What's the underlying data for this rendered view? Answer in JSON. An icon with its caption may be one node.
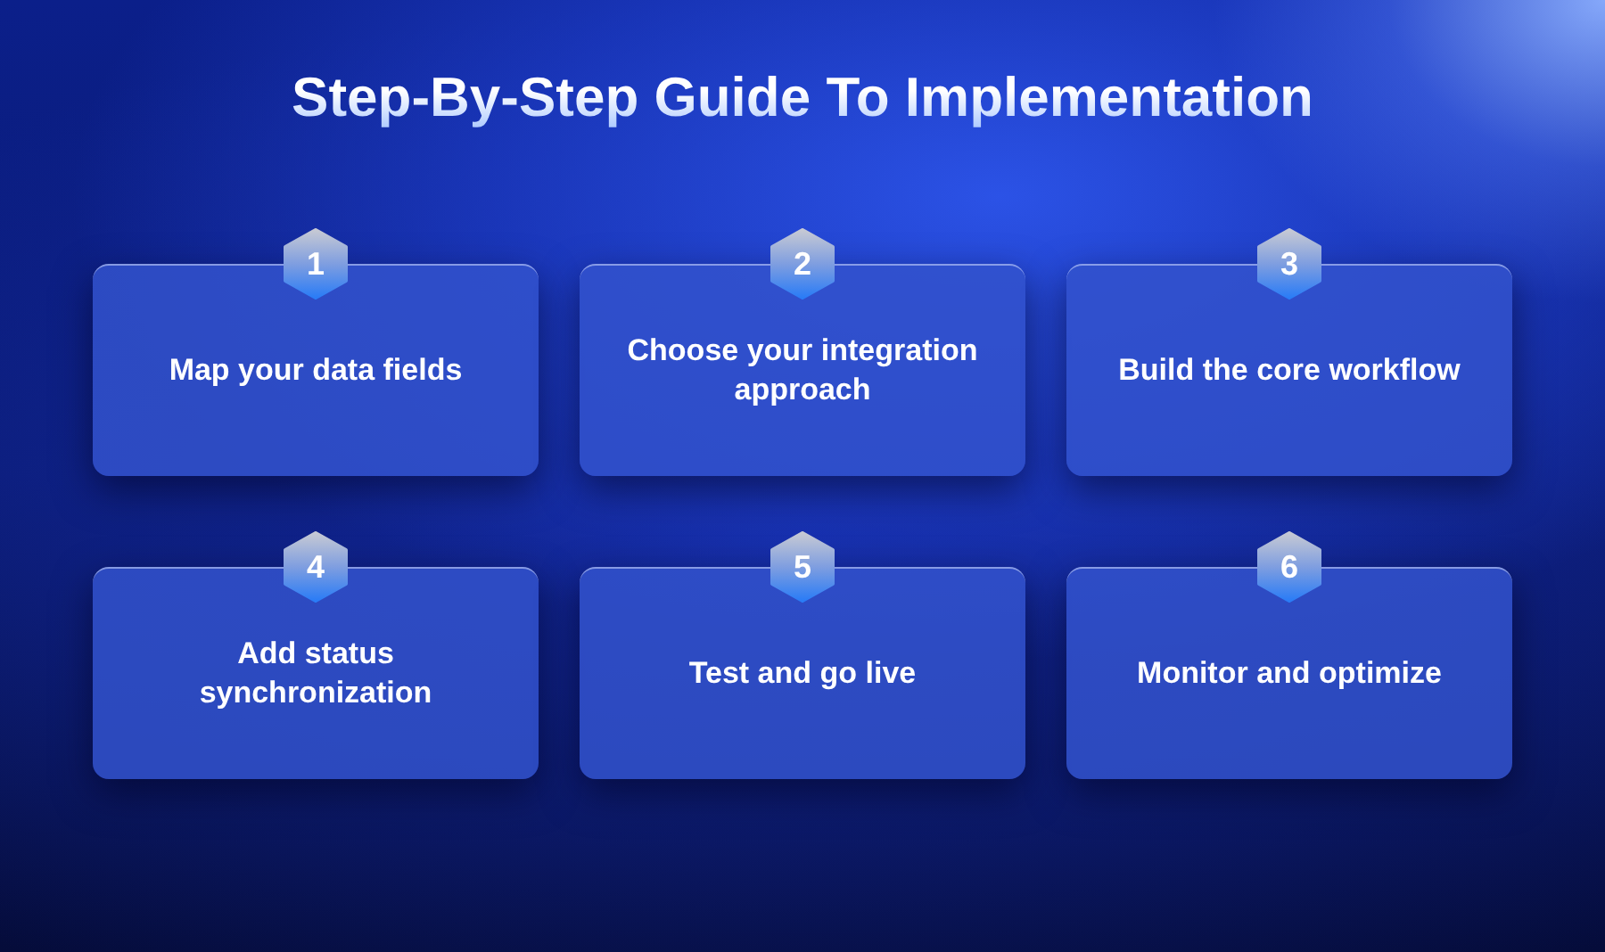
{
  "diagram": {
    "title": "Step-By-Step Guide To Implementation",
    "nodes": [
      {
        "text": [
          "1"
        ]
      },
      {
        "text": [
          "Map your data fields"
        ]
      },
      {
        "text": [
          "2"
        ]
      },
      {
        "text": [
          "Choose your integration approach"
        ]
      },
      {
        "text": [
          "3"
        ]
      },
      {
        "text": [
          "Build the core workflow"
        ]
      },
      {
        "text": [
          "4"
        ]
      },
      {
        "text": [
          "Add status synchronization"
        ]
      },
      {
        "text": [
          "5"
        ]
      },
      {
        "text": [
          "Test and go live"
        ]
      },
      {
        "text": [
          "6"
        ]
      },
      {
        "text": [
          "Monitor and optimize"
        ]
      }
    ]
  }
}
